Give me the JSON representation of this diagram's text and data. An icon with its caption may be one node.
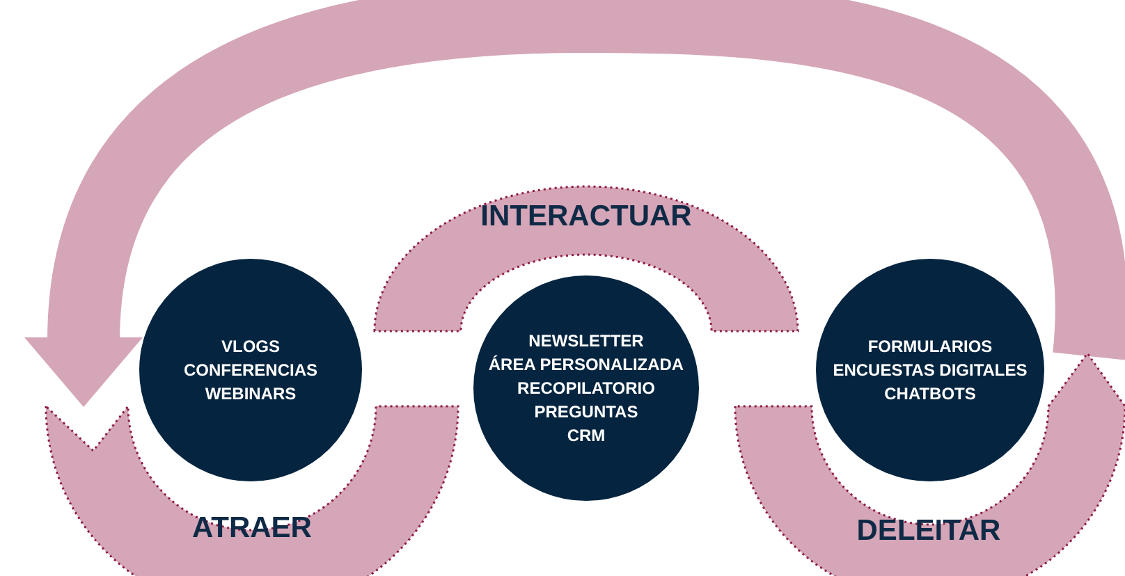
{
  "diagram": {
    "nodes": [
      {
        "text": [
          "ATRAER"
        ]
      },
      {
        "text": [
          "VLOGS",
          "CONFERENCIAS",
          "WEBINARS"
        ]
      },
      {
        "text": [
          "INTERACTUAR"
        ]
      },
      {
        "text": [
          "NEWSLETTER",
          "ÁREA PERSONALIZADA",
          "RECOPILATORIO",
          "PREGUNTAS",
          "CRM"
        ]
      },
      {
        "text": [
          "DELEITAR"
        ]
      },
      {
        "text": [
          "FORMULARIOS",
          "ENCUESTAS DIGITALES",
          "CHATBOTS"
        ]
      }
    ],
    "edges": [
      {
        "from": 4,
        "to": 0,
        "arrow": "to"
      }
    ]
  }
}
